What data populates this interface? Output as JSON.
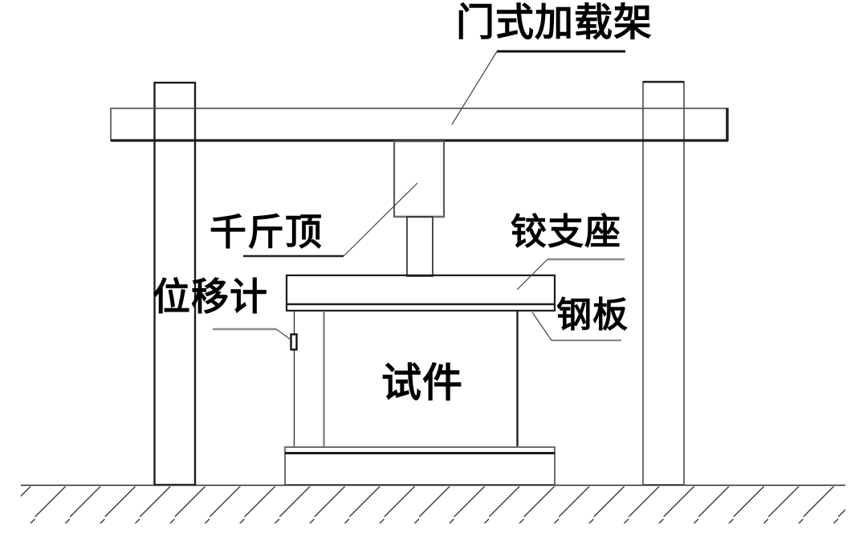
{
  "diagram": {
    "type": "structural-load-test-setup",
    "labels": {
      "portal_frame": "门式加载架",
      "jack": "千斤顶",
      "hinge_support": "铰支座",
      "displacement_meter": "位移计",
      "steel_plate": "钢板",
      "specimen": "试件"
    },
    "colors": {
      "line_dark": "#1c1c1c",
      "line_mid": "#6e6e6e",
      "background": "#ffffff",
      "text": "#000000"
    }
  }
}
